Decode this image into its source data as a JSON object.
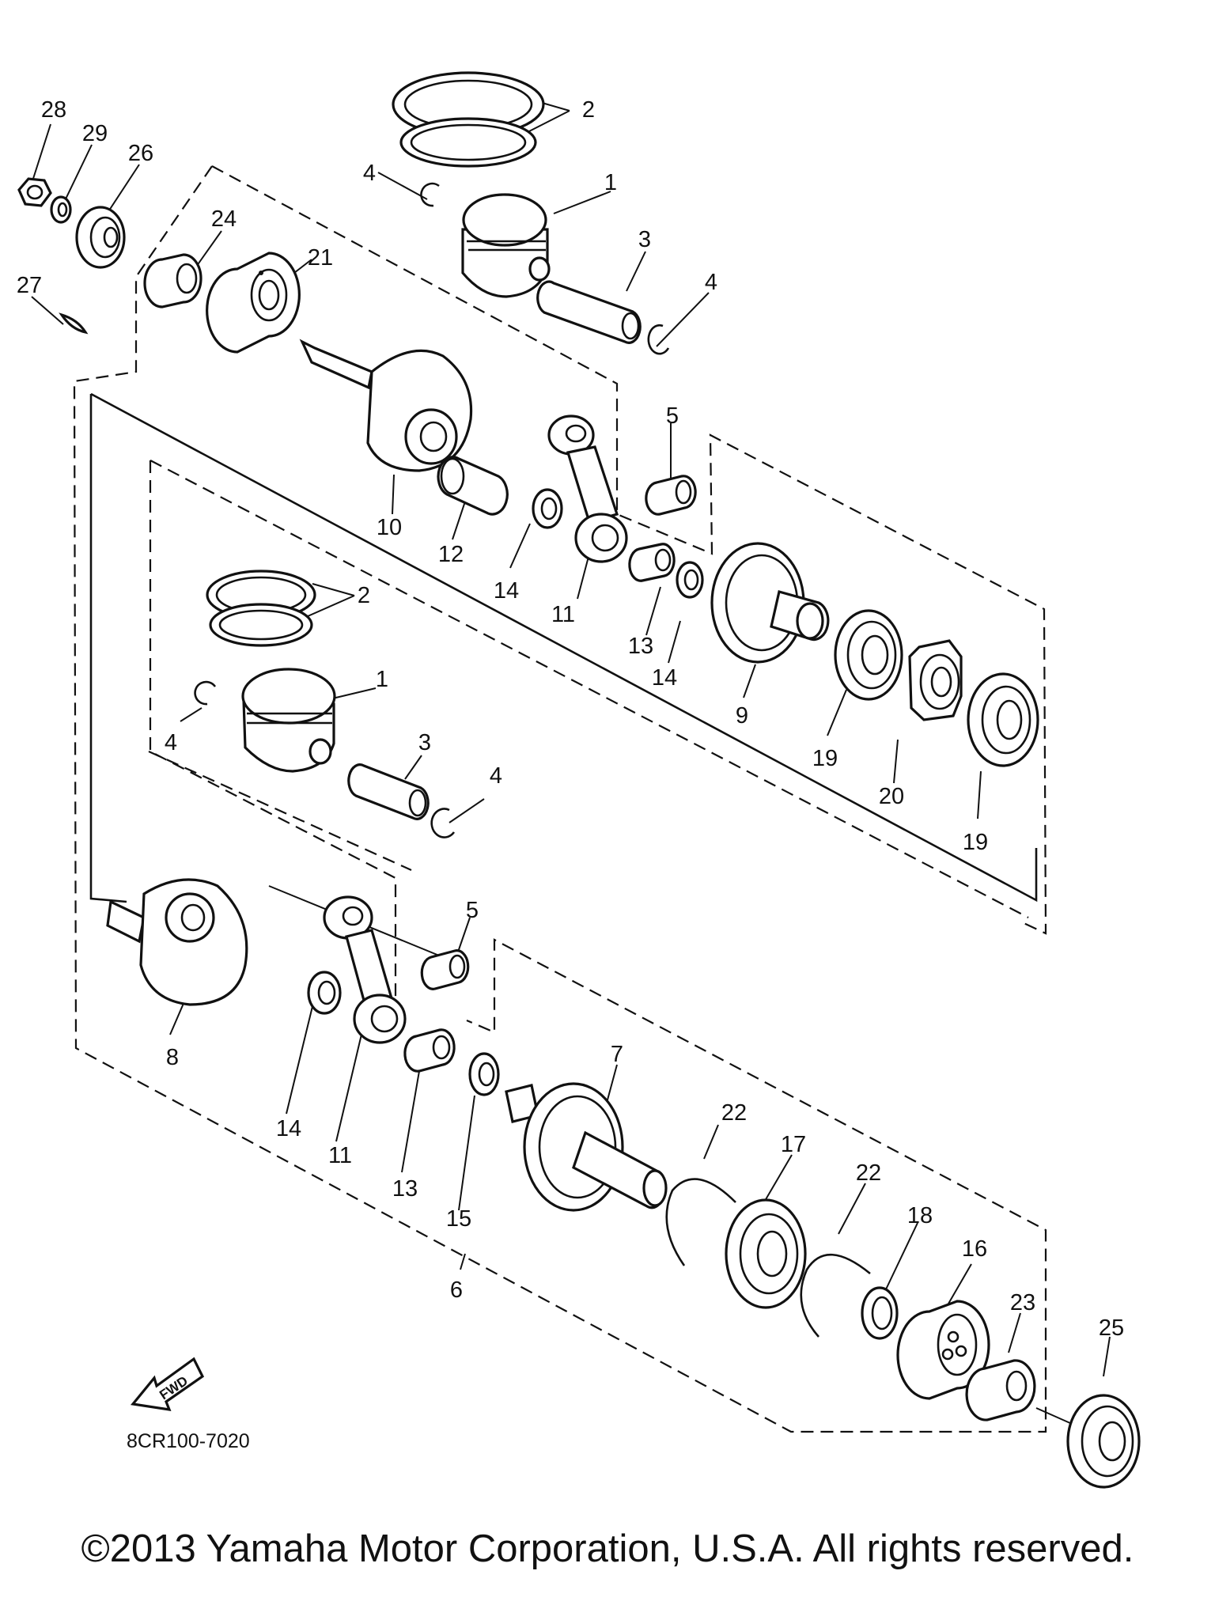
{
  "diagram": {
    "drawing_code": "8CR100-7020",
    "fwd_label": "FWD",
    "callouts": [
      "28",
      "29",
      "26",
      "24",
      "21",
      "27",
      "2",
      "4",
      "1",
      "3",
      "4",
      "5",
      "10",
      "12",
      "14",
      "11",
      "13",
      "14",
      "9",
      "19",
      "20",
      "19",
      "2",
      "1",
      "4",
      "3",
      "4",
      "5",
      "8",
      "14",
      "11",
      "13",
      "15",
      "7",
      "22",
      "17",
      "22",
      "18",
      "16",
      "23",
      "25",
      "6"
    ]
  },
  "footer": {
    "copyright": "©2013 Yamaha Motor Corporation, U.S.A. All rights reserved."
  }
}
